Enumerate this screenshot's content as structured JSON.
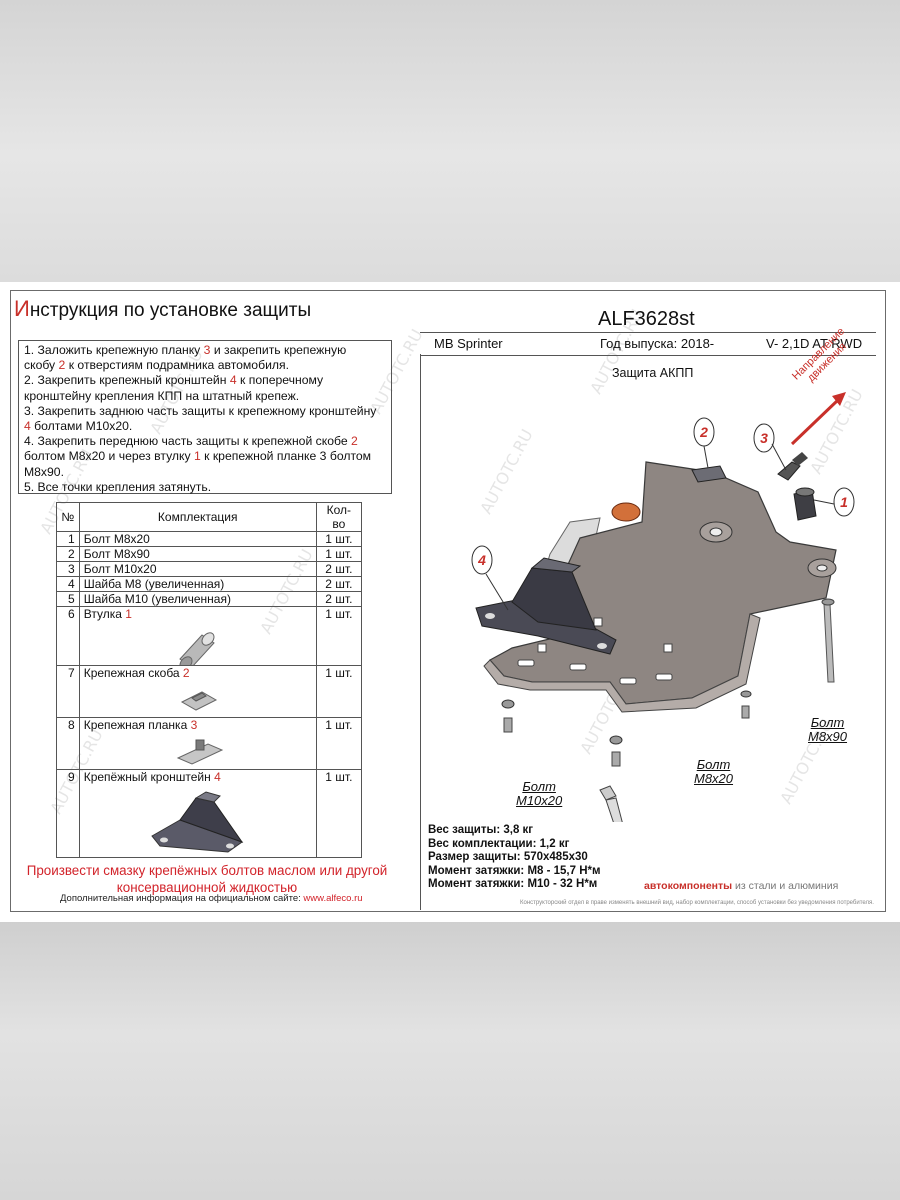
{
  "document": {
    "title_first_letter": "И",
    "title_rest": "нструкция по установке защиты",
    "code": "ALF3628st",
    "model": "MB Sprinter",
    "year": "Год выпуска: 2018-",
    "engine": "V- 2,1D AT RWD",
    "subject": "Защита АКПП",
    "steps": [
      {
        "a": "1. Заложить крепежную планку ",
        "r": "3",
        "b": " и закрепить крепежную"
      },
      {
        "a": "скобу ",
        "r": "2",
        "b": " к отверстиям подрамника автомобиля."
      },
      {
        "a": "2. Закрепить крепежный кронштейн ",
        "r": "4",
        "b": " к поперечному"
      },
      {
        "a": "кронштейну крепления КПП на штатный крепеж.",
        "r": "",
        "b": ""
      },
      {
        "a": "3. Закрепить заднюю часть защиты к крепежному кронштейну",
        "r": "",
        "b": ""
      },
      {
        "a": "",
        "r": "4",
        "b": " болтами M10x20."
      },
      {
        "a": "4. Закрепить переднюю часть защиты  к крепежной скобе ",
        "r": "2",
        "b": ""
      },
      {
        "a": "болтом M8x20 и через втулку ",
        "r": "1",
        "b": " к крепежной планке 3 болтом"
      },
      {
        "a": "M8x90.",
        "r": "",
        "b": ""
      },
      {
        "a": "5. Все точки крепления затянуть.",
        "r": "",
        "b": ""
      }
    ],
    "kit_header": {
      "no": "№",
      "name": "Комплектация",
      "qty": "Кол-во"
    },
    "kit": [
      {
        "no": "1",
        "name": "Болт M8x20",
        "red": "",
        "qty": "1 шт."
      },
      {
        "no": "2",
        "name": "Болт M8x90",
        "red": "",
        "qty": "1 шт."
      },
      {
        "no": "3",
        "name": "Болт M10x20",
        "red": "",
        "qty": "2 шт."
      },
      {
        "no": "4",
        "name": "Шайба M8 (увеличенная)",
        "red": "",
        "qty": "2 шт."
      },
      {
        "no": "5",
        "name": "Шайба M10 (увеличенная)",
        "red": "",
        "qty": "2 шт."
      },
      {
        "no": "6",
        "name": "Втулка ",
        "red": "1",
        "qty": "1 шт."
      },
      {
        "no": "7",
        "name": "Крепежная скоба ",
        "red": "2",
        "qty": "1 шт."
      },
      {
        "no": "8",
        "name": "Крепежная планка ",
        "red": "3",
        "qty": "1 шт."
      },
      {
        "no": "9",
        "name": "Крепёжный кронштейн ",
        "red": "4",
        "qty": "1 шт."
      }
    ],
    "warning_line1": "Произвести смазку крепёжных болтов маслом или другой",
    "warning_line2": "консервационной жидкостью",
    "site_info": "Дополнительная информация на официальном сайте: ",
    "site_link": "www.alfeco.ru",
    "specs": [
      {
        "label": "Вес защиты: ",
        "value": "3,8 кг"
      },
      {
        "label": "Вес комплектации: ",
        "value": "1,2 кг"
      },
      {
        "label": "Размер защиты: ",
        "value": "570x485x30"
      },
      {
        "label": "Момент затяжки:  ",
        "value": "M8 - 15,7 Н*м"
      },
      {
        "label": "Момент затяжки:  ",
        "value": "M10 - 32 Н*м"
      }
    ],
    "brand_main": "автокомпоненты",
    "brand_rest": " из стали и алюминия",
    "fine_print": "Конструкторский отдел в праве изменять внешний вид, набор комплектации, способ установки без уведомления потребителя.",
    "direction_line1": "Направление",
    "direction_line2": "движения",
    "callouts": {
      "c1": "1",
      "c2": "2",
      "c3": "3",
      "c4": "4",
      "bolt_word": "Болт",
      "m8x90": "M8x90",
      "m8x20": "M8x20",
      "m10x20": "M10x20"
    },
    "watermark": "AUTOTC.RU",
    "colors": {
      "accent_red": "#c8302a",
      "plate": "#8c8480",
      "bracket": "#4a4a55"
    }
  }
}
